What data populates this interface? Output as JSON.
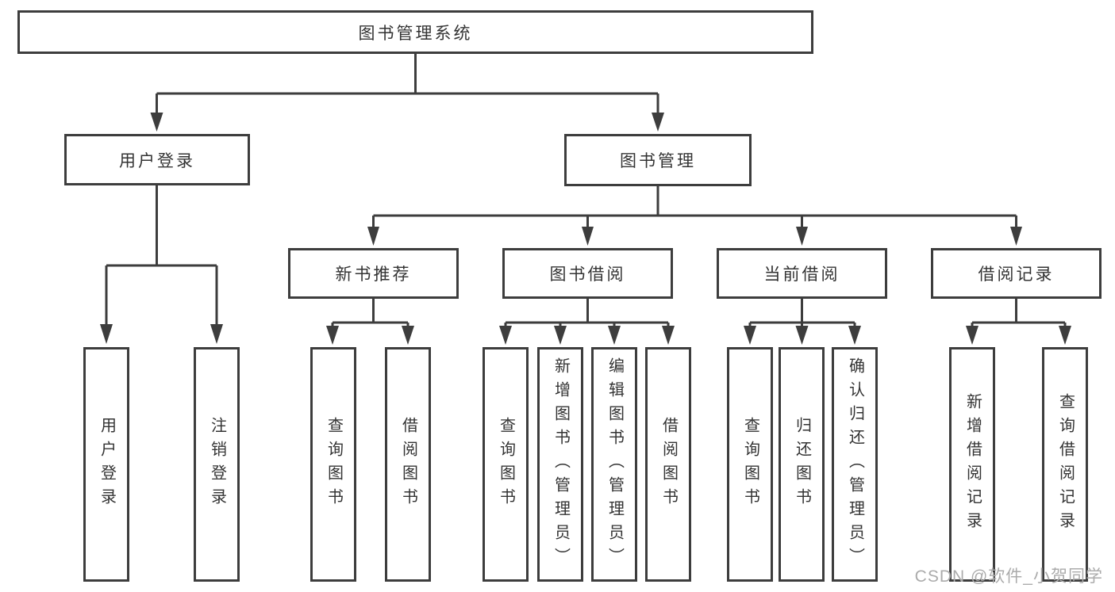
{
  "nodes": {
    "root": "图书管理系统",
    "user_login": "用户登录",
    "book_mgmt": "图书管理",
    "new_book_recommend": "新书推荐",
    "book_borrow": "图书借阅",
    "current_borrow": "当前借阅",
    "borrow_records": "借阅记录",
    "leaf_user_login": "用户登录",
    "leaf_logout": "注销登录",
    "rec_query_books": "查询图书",
    "rec_borrow_books": "借阅图书",
    "bor_query_books": "查询图书",
    "bor_add_books_admin": "新增图书（管理员）",
    "bor_edit_books_admin": "编辑图书（管理员）",
    "bor_borrow_books": "借阅图书",
    "cur_query_books": "查询图书",
    "cur_return_books": "归还图书",
    "cur_confirm_return_admin": "确认归还（管理员）",
    "his_add_record": "新增借阅记录",
    "his_query_record": "查询借阅记录"
  },
  "watermark": {
    "text": "CSDN @软件_小贺同学"
  },
  "colors": {
    "line": "#3d3d3d",
    "text": "#333333",
    "background": "#ffffff",
    "watermark": "#ababab"
  }
}
